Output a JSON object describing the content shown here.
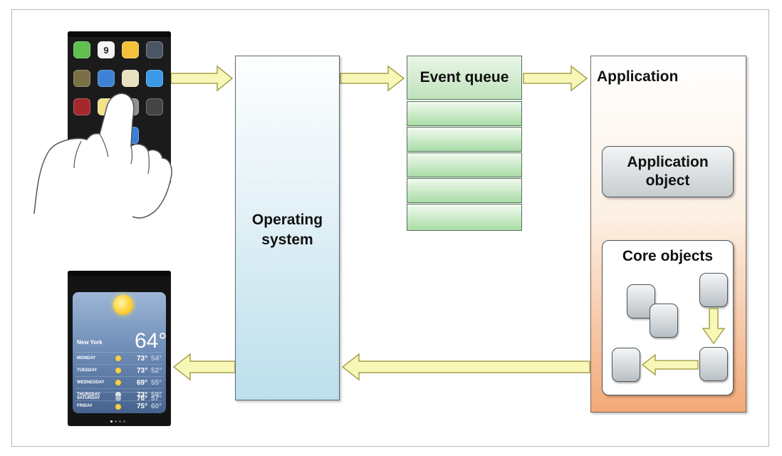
{
  "diagram": {
    "os_label_line1": "Operating",
    "os_label_line2": "system",
    "queue_label": "Event queue",
    "app_label": "Application",
    "app_object_line1": "Application",
    "app_object_line2": "object",
    "core_label": "Core objects"
  },
  "weather": {
    "city": "New York",
    "temp": "64°",
    "days": [
      {
        "day": "MONDAY",
        "hi": "73°",
        "lo": "54°"
      },
      {
        "day": "TUESDAY",
        "hi": "73°",
        "lo": "52°"
      },
      {
        "day": "WEDNESDAY",
        "hi": "69°",
        "lo": "55°"
      },
      {
        "day": "THURSDAY",
        "hi": "73°",
        "lo": "59°"
      },
      {
        "day": "FRIDAY",
        "hi": "75°",
        "lo": "60°"
      },
      {
        "day": "SATURDAY",
        "hi": "76°",
        "lo": "57°"
      }
    ]
  },
  "colors": {
    "arrow_fill": "#f7f7b8",
    "arrow_stroke": "#a7a24a",
    "os_fill": "#bcdfeb",
    "queue_fill": "#bfe2bb",
    "app_fill": "#f3a978"
  },
  "icons": [
    "hand-pointer-icon",
    "home-screen-icons",
    "sun-icon"
  ]
}
